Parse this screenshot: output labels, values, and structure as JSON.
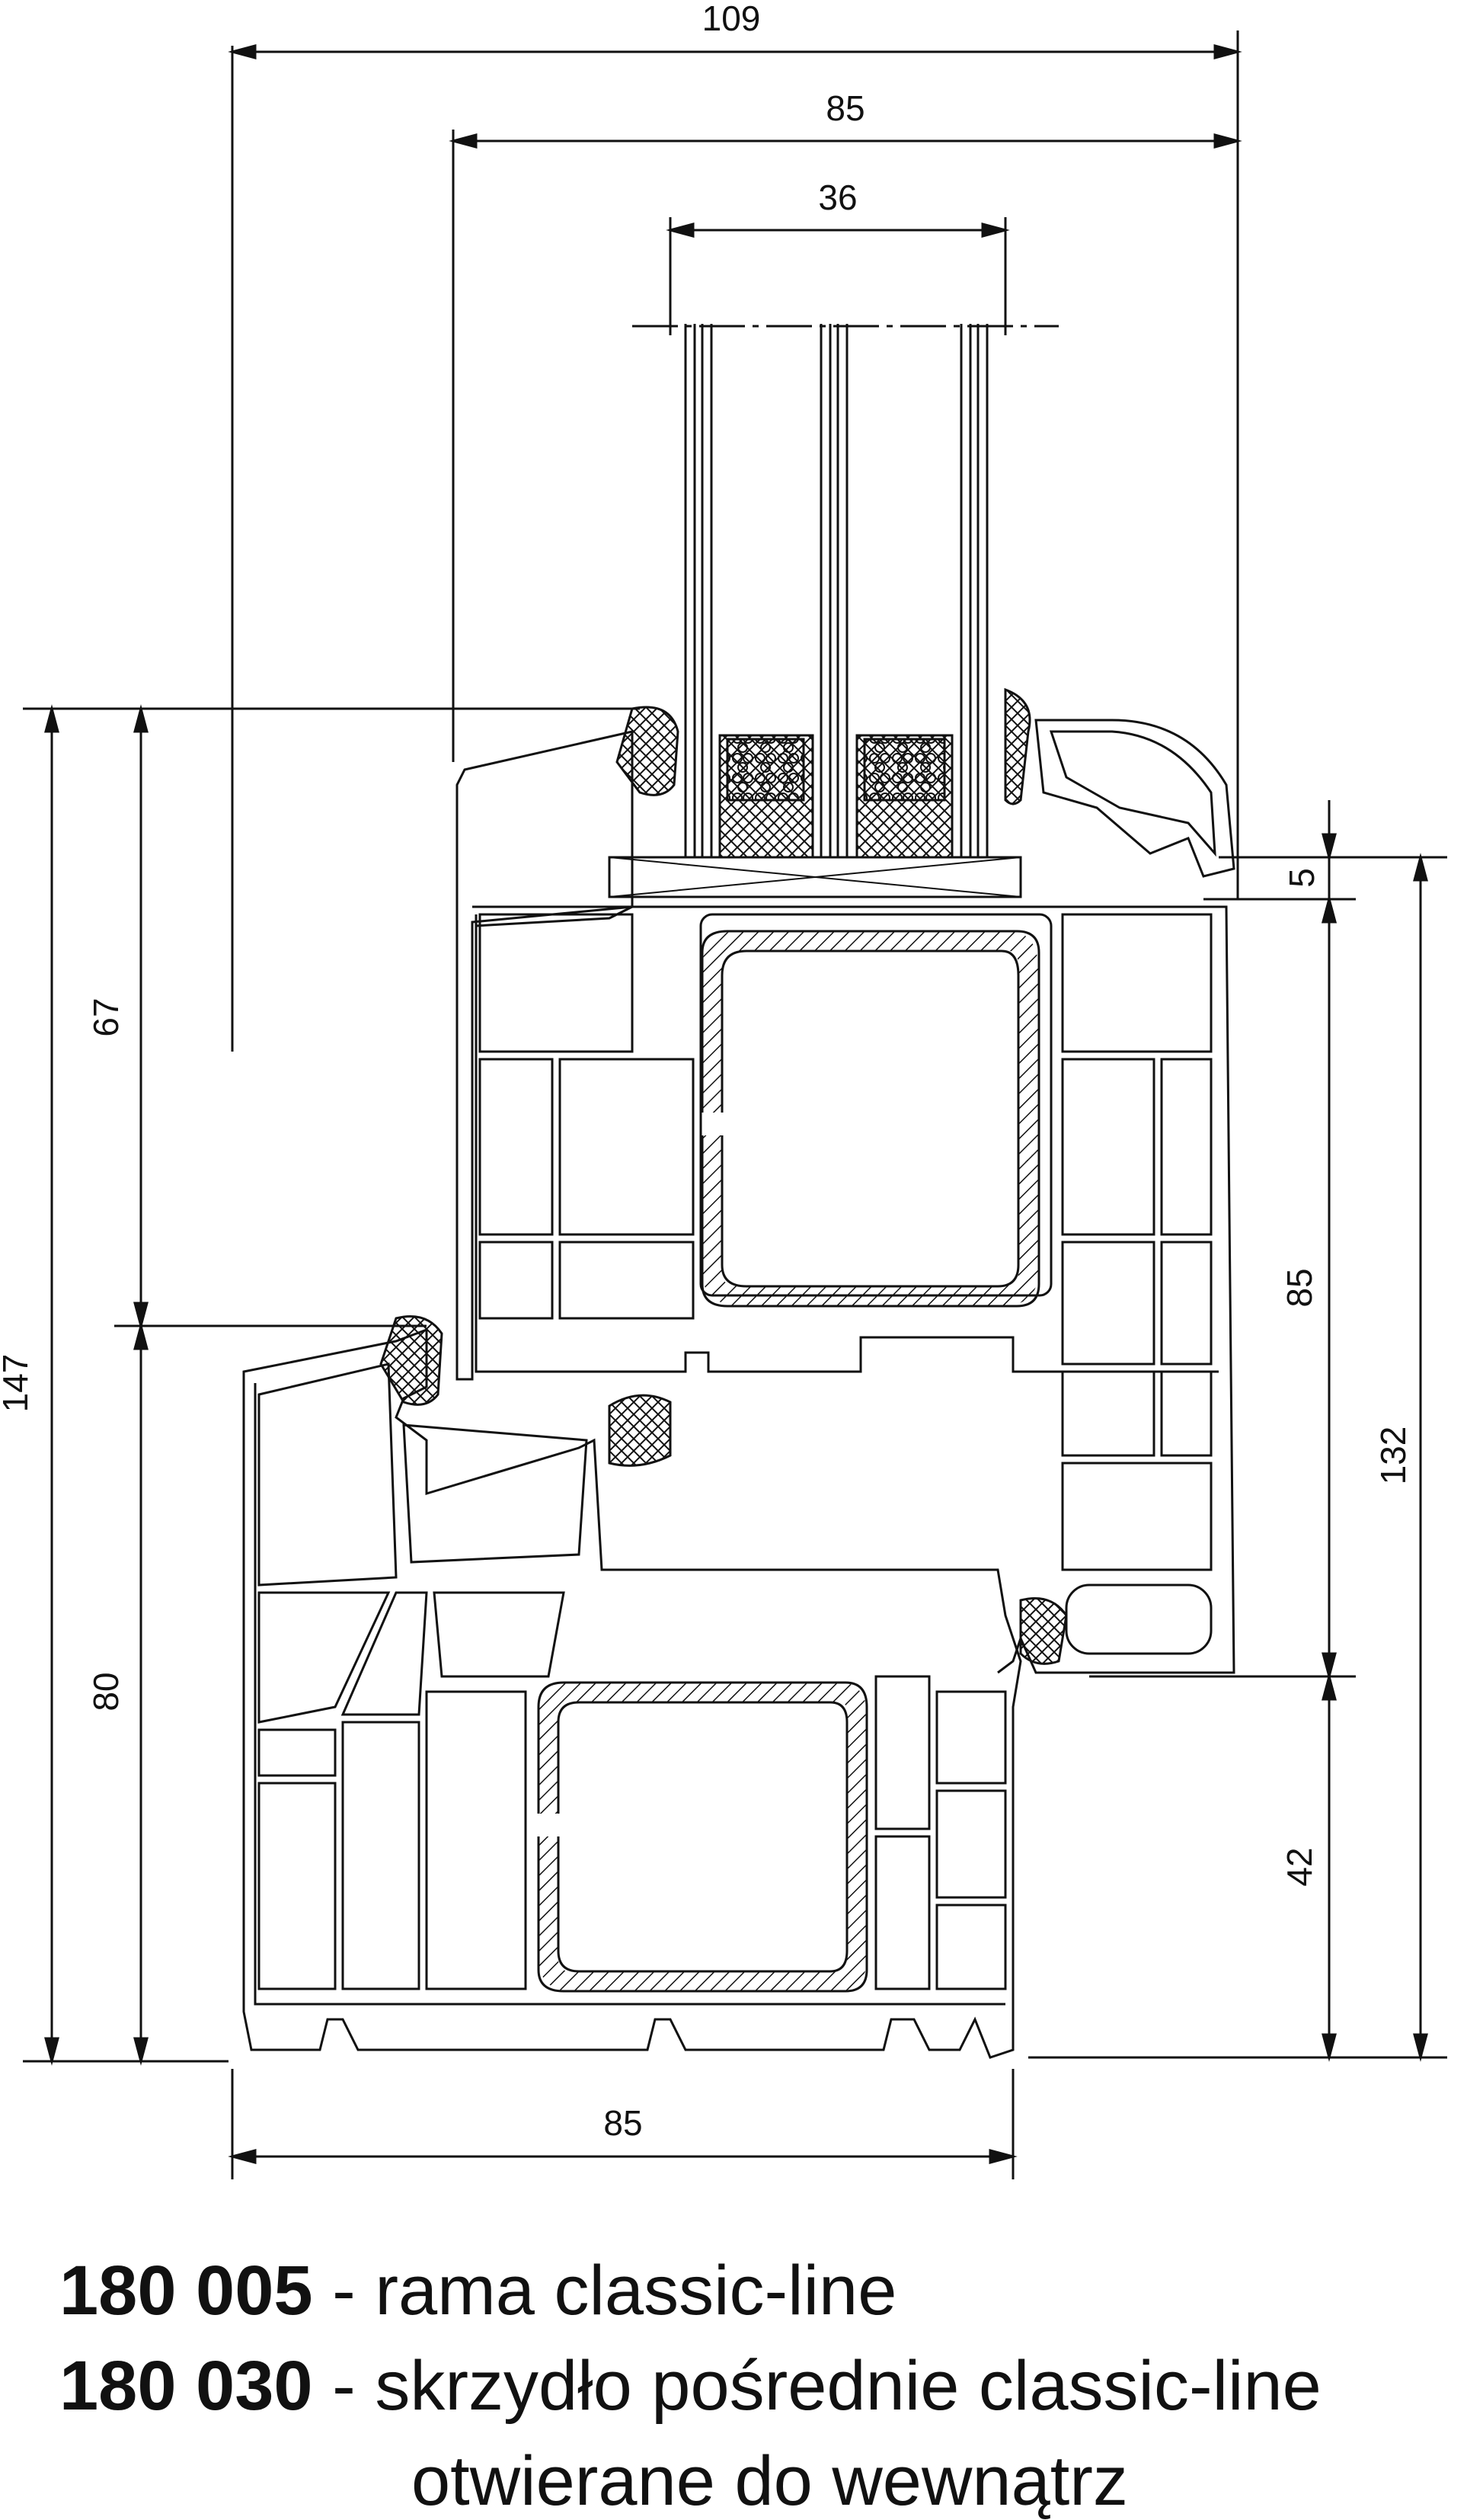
{
  "dimensions": {
    "top_overall": "109",
    "top_frame": "85",
    "top_glass": "36",
    "left_total": "147",
    "left_upper": "67",
    "left_lower": "80",
    "right_gap": "5",
    "right_sash": "85",
    "right_total": "132",
    "right_bottom": "42",
    "bottom_frame": "85"
  },
  "captions": [
    {
      "code": "180 005",
      "text": "- rama classic-line"
    },
    {
      "code": "180 030",
      "text": "- skrzydło pośrednie classic-line"
    },
    {
      "code": "",
      "text": "otwierane do wewnątrz"
    }
  ]
}
